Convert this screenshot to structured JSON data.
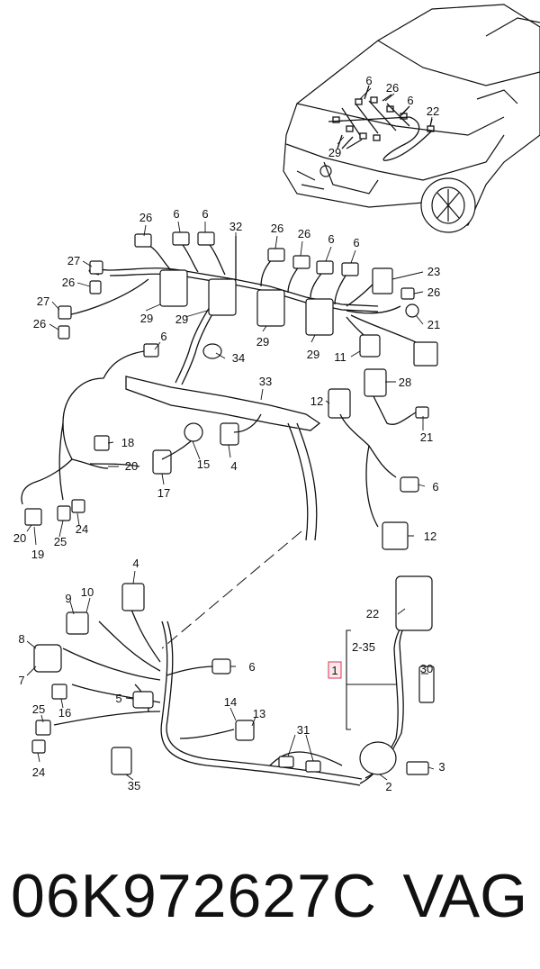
{
  "diagram": {
    "labels": [
      {
        "key": "car_6a",
        "text": "6"
      },
      {
        "key": "car_26",
        "text": "26"
      },
      {
        "key": "car_6b",
        "text": "6"
      },
      {
        "key": "car_22",
        "text": "22"
      },
      {
        "key": "car_29",
        "text": "29"
      },
      {
        "key": "t_26a",
        "text": "26"
      },
      {
        "key": "t_6a",
        "text": "6"
      },
      {
        "key": "t_6b",
        "text": "6"
      },
      {
        "key": "t_32",
        "text": "32"
      },
      {
        "key": "t_26b",
        "text": "26"
      },
      {
        "key": "t_26c",
        "text": "26"
      },
      {
        "key": "t_6c",
        "text": "6"
      },
      {
        "key": "t_6d",
        "text": "6"
      },
      {
        "key": "t_27a",
        "text": "27"
      },
      {
        "key": "t_26d",
        "text": "26"
      },
      {
        "key": "t_27b",
        "text": "27"
      },
      {
        "key": "t_26e",
        "text": "26"
      },
      {
        "key": "t_23",
        "text": "23"
      },
      {
        "key": "t_26f",
        "text": "26"
      },
      {
        "key": "t_21a",
        "text": "21"
      },
      {
        "key": "t_29a",
        "text": "29"
      },
      {
        "key": "t_29b",
        "text": "29"
      },
      {
        "key": "t_29c",
        "text": "29"
      },
      {
        "key": "t_29d",
        "text": "29"
      },
      {
        "key": "t_11",
        "text": "11"
      },
      {
        "key": "t_6e",
        "text": "6"
      },
      {
        "key": "t_34",
        "text": "34"
      },
      {
        "key": "t_33",
        "text": "33"
      },
      {
        "key": "t_28",
        "text": "28"
      },
      {
        "key": "t_12a",
        "text": "12"
      },
      {
        "key": "t_21b",
        "text": "21"
      },
      {
        "key": "t_18",
        "text": "18"
      },
      {
        "key": "t_20a",
        "text": "20"
      },
      {
        "key": "t_15",
        "text": "15"
      },
      {
        "key": "t_4a",
        "text": "4"
      },
      {
        "key": "t_17",
        "text": "17"
      },
      {
        "key": "t_6f",
        "text": "6"
      },
      {
        "key": "t_20b",
        "text": "20"
      },
      {
        "key": "t_19",
        "text": "19"
      },
      {
        "key": "t_25a",
        "text": "25"
      },
      {
        "key": "t_24a",
        "text": "24"
      },
      {
        "key": "t_12b",
        "text": "12"
      },
      {
        "key": "b_4",
        "text": "4"
      },
      {
        "key": "b_9",
        "text": "9"
      },
      {
        "key": "b_10",
        "text": "10"
      },
      {
        "key": "b_22",
        "text": "22"
      },
      {
        "key": "b_2_35",
        "text": "2-35"
      },
      {
        "key": "b_1",
        "text": "1"
      },
      {
        "key": "b_8",
        "text": "8"
      },
      {
        "key": "b_7",
        "text": "7"
      },
      {
        "key": "b_6",
        "text": "6"
      },
      {
        "key": "b_30",
        "text": "30"
      },
      {
        "key": "b_25",
        "text": "25"
      },
      {
        "key": "b_16",
        "text": "16"
      },
      {
        "key": "b_5",
        "text": "5"
      },
      {
        "key": "b_14",
        "text": "14"
      },
      {
        "key": "b_13",
        "text": "13"
      },
      {
        "key": "b_24",
        "text": "24"
      },
      {
        "key": "b_31",
        "text": "31"
      },
      {
        "key": "b_3",
        "text": "3"
      },
      {
        "key": "b_35",
        "text": "35"
      },
      {
        "key": "b_2",
        "text": "2"
      }
    ]
  },
  "footer": {
    "part_number": "06K972627C",
    "brand": "VAG"
  },
  "colors": {
    "line": "#111111",
    "highlight": "#e0556b"
  }
}
